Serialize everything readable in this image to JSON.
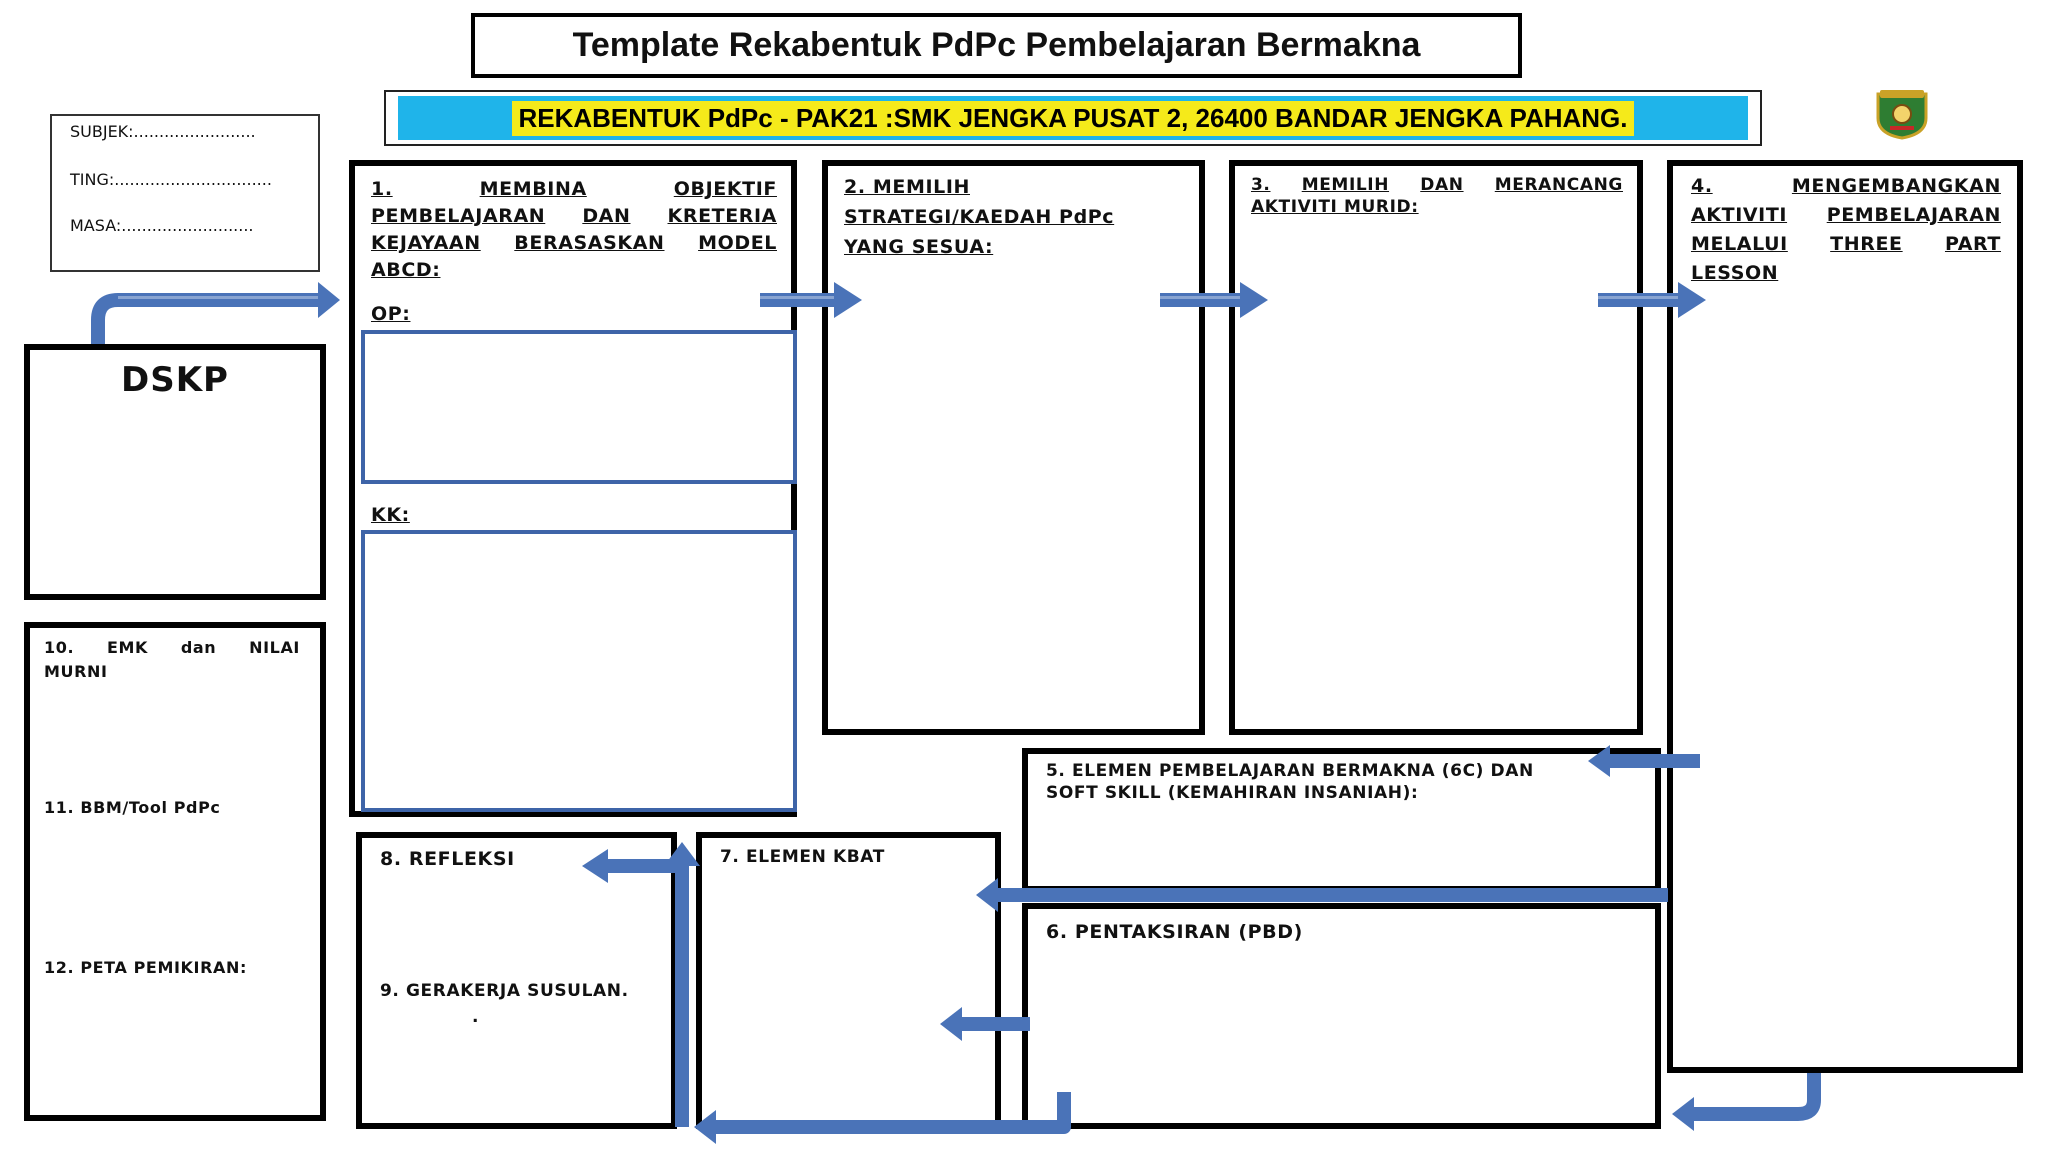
{
  "title": "Template Rekabentuk PdPc Pembelajaran Bermakna",
  "banner": "REKABENTUK PdPc - PAK21  :SMK JENGKA PUSAT 2, 26400 BANDAR JENGKA PAHANG.",
  "info": {
    "subjek": "SUBJEK:........................",
    "ting": "TING:...............................",
    "masa": "MASA:.........................."
  },
  "dskp": "DSKP",
  "step1": {
    "line1": [
      "1.",
      "MEMBINA",
      "OBJEKTIF"
    ],
    "line2": [
      "PEMBELAJARAN",
      "DAN",
      "KRETERIA"
    ],
    "line3": [
      "KEJAYAAN",
      "BERASASKAN",
      "MODEL"
    ],
    "line4": "ABCD:",
    "op": "OP:",
    "kk": "KK:"
  },
  "step2": [
    "2. MEMILIH",
    "STRATEGI/KAEDAH PdPc",
    "YANG SESUA:"
  ],
  "step3": {
    "line1": [
      "3.",
      "MEMILIH",
      "DAN",
      "MERANCANG"
    ],
    "line2": "AKTIVITI MURID:"
  },
  "step4": {
    "line1": [
      "4.",
      "MENGEMBANGKAN"
    ],
    "line2": [
      "AKTIVITI",
      "PEMBELAJARAN"
    ],
    "line3": [
      "MELALUI",
      "THREE",
      "PART"
    ],
    "line4": "LESSON"
  },
  "step5": [
    "5. ELEMEN  PEMBELAJARAN BERMAKNA (6C) DAN",
    "SOFT SKILL (KEMAHIRAN INSANIAH):"
  ],
  "step6": "6. PENTAKSIRAN (PBD)",
  "step7": "7. ELEMEN KBAT",
  "step8": "8. REFLEKSI",
  "step9": "9. GERAKERJA SUSULAN.",
  "step9_dot": ".",
  "left": {
    "emk": [
      "10.",
      "EMK",
      "dan",
      "NILAI"
    ],
    "emk2": "MURNI",
    "bbm": "11. BBM/Tool PdPc",
    "peta": "12. PETA PEMIKIRAN:"
  },
  "colors": {
    "banner_bg": "#1fb4ea",
    "banner_text": "#000000",
    "arrow": "#4a73b8",
    "inner_border": "#3e64a8"
  },
  "icons": {
    "school_logo": "school-crest-icon"
  }
}
